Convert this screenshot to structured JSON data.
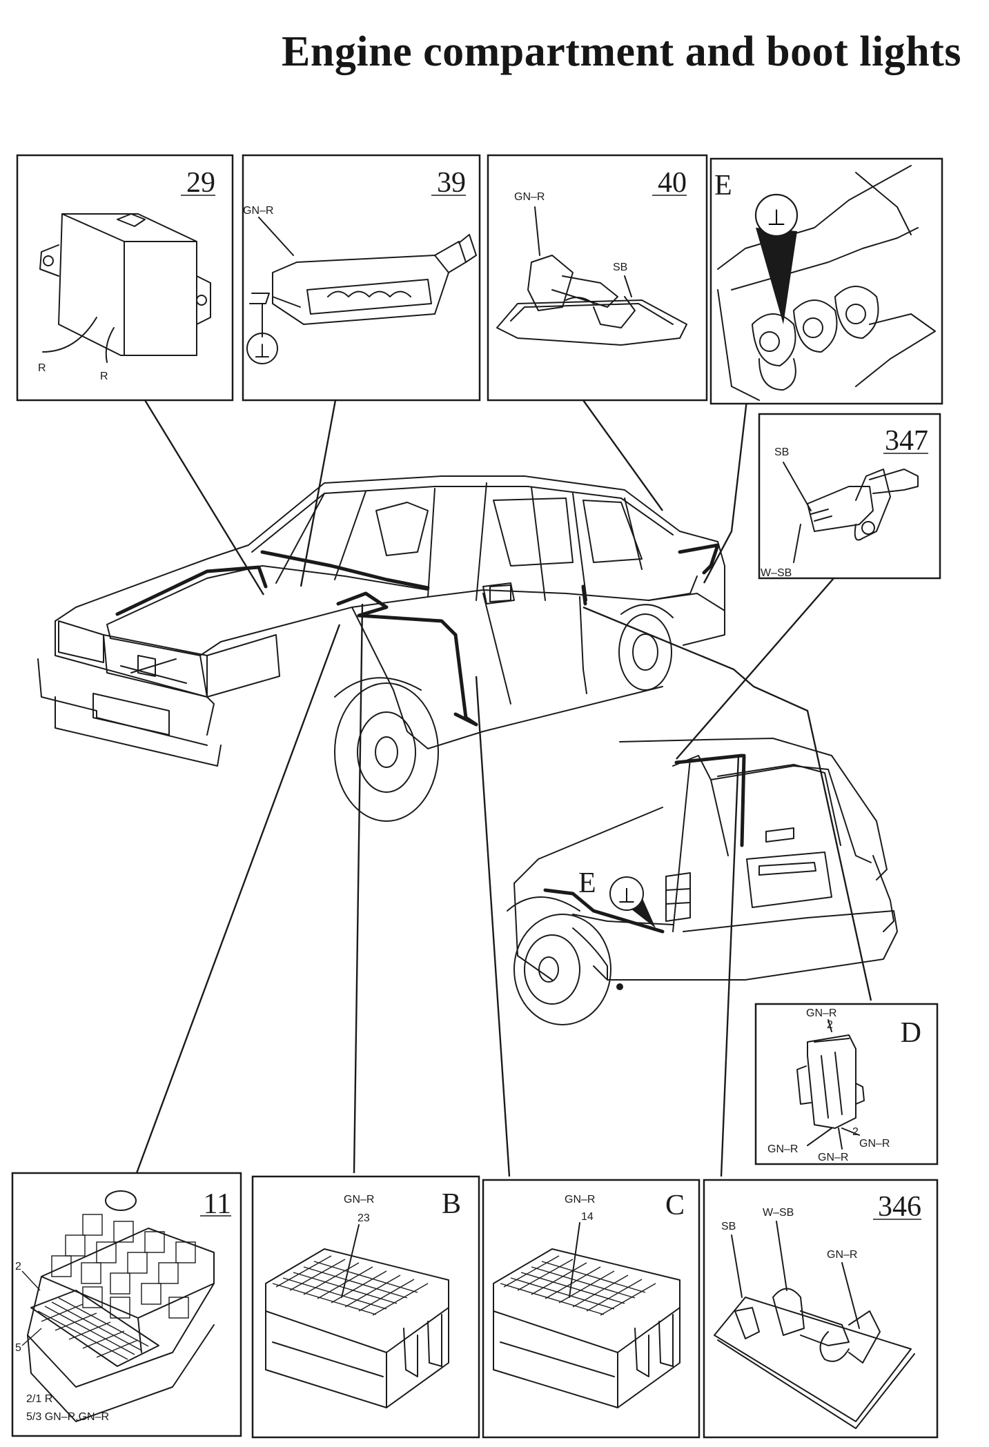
{
  "title": "Engine compartment and boot lights",
  "panels": [
    {
      "id": "29",
      "labels": [
        "R",
        "R"
      ]
    },
    {
      "id": "39",
      "labels": [
        "GN–R"
      ]
    },
    {
      "id": "40",
      "labels": [
        "GN–R",
        "SB"
      ]
    },
    {
      "id": "E",
      "labels": []
    },
    {
      "id": "347",
      "labels": [
        "SB",
        "W–SB"
      ]
    },
    {
      "id": "D",
      "labels": [
        "GN–R",
        "2",
        "2",
        "GN–R",
        "GN–R",
        "GN–R"
      ]
    },
    {
      "id": "11",
      "labels": [
        "2",
        "5",
        "2/1 R",
        "5/3 GN–R,GN–R"
      ]
    },
    {
      "id": "B",
      "labels": [
        "GN–R",
        "23"
      ]
    },
    {
      "id": "C",
      "labels": [
        "GN–R",
        "14"
      ]
    },
    {
      "id": "346",
      "labels": [
        "SB",
        "W–SB",
        "GN–R"
      ]
    }
  ],
  "estate_marker": "E",
  "ground_symbol": "⊥",
  "icons": [
    "ground-symbol-icon"
  ]
}
